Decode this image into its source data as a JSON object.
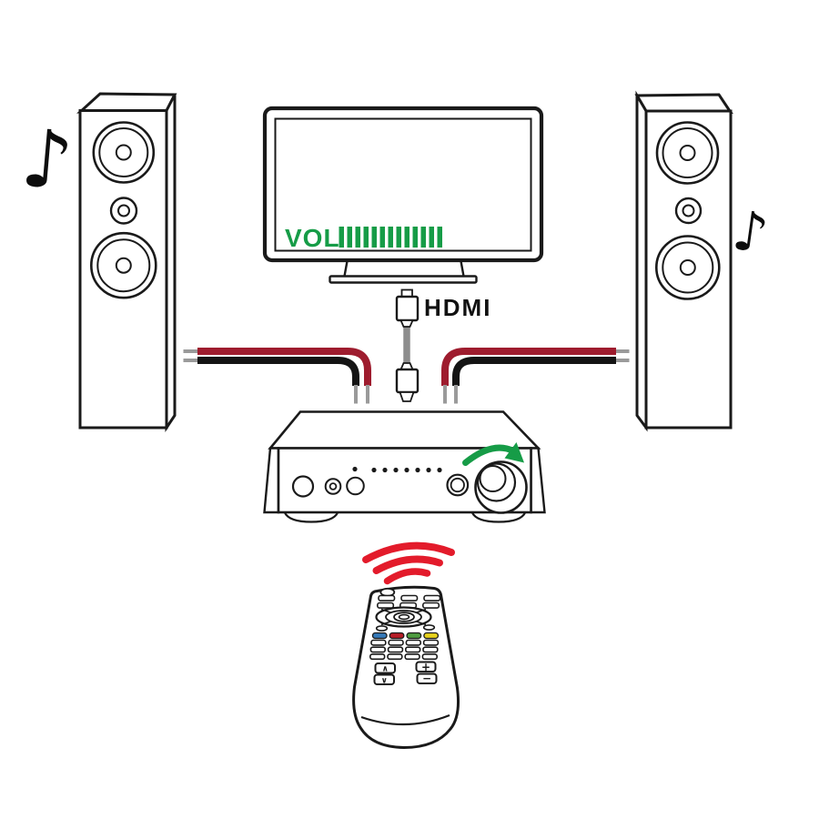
{
  "colors": {
    "outline": "#1a1a1a",
    "green": "#169c47",
    "signal_red": "#e31b2b",
    "wire_red": "#9e1c2e",
    "wire_black": "#141414",
    "bare_wire_gray": "#9a9a9a",
    "cable_gray": "#8d8d8d"
  },
  "tv": {
    "vol_label": "VOL",
    "volume_bars": 13
  },
  "hdmi": {
    "label": "HDMI"
  },
  "amplifier": {
    "indicator_dots": 7
  },
  "speakers": {
    "left_note": "♪",
    "right_note": "♪",
    "drivers_per_speaker": 3
  },
  "remote": {
    "signal_arcs": 3,
    "top_button_rows": 2,
    "top_button_cols": 3,
    "colored_buttons": [
      "#3579b8",
      "#b51d26",
      "#4e9b40",
      "#e6d11c"
    ],
    "button_grid": {
      "rows": 3,
      "cols": 4
    },
    "channel_up_label": "∧",
    "channel_down_label": "∨",
    "volume_up_label": "+",
    "volume_down_label": "−"
  }
}
